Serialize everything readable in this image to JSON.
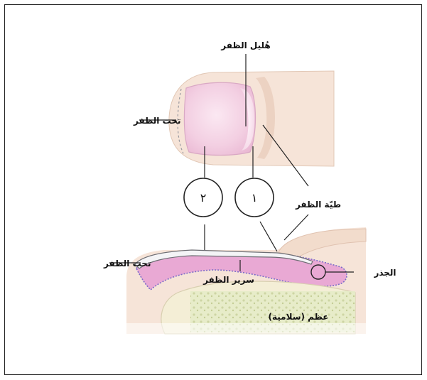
{
  "labels": {
    "lunula": "هُليل الظفر",
    "hyponychium_top": "تحت الظفر",
    "nail_fold": "طيّة الظفر",
    "hyponychium_side": "تحت الظفر",
    "root": "الجذر",
    "nail_bed": "سرير الظفر",
    "bone": "عظم (سلامية)"
  },
  "markers": {
    "marker_1": "١",
    "marker_2": "٢"
  },
  "colors": {
    "skin": "#f6e4d8",
    "skin_shadow": "#ecd2c2",
    "nail_pink": "#f0c6dc",
    "nail_bed_magenta": "#e8a6d4",
    "bone": "#f4eed6",
    "marrow": "#d8e0b8",
    "outline": "#222222",
    "purple_edge": "#7c6cc8"
  }
}
